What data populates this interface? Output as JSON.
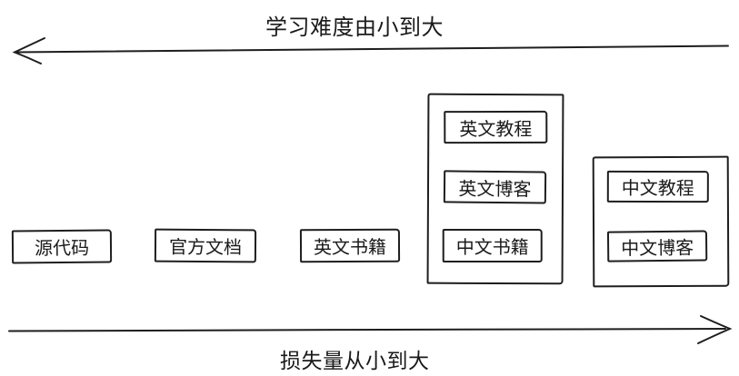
{
  "colors": {
    "stroke": "#1e1e1e",
    "background": "#ffffff",
    "text": "#1a1a1a"
  },
  "axes": {
    "top": {
      "label": "学习难度由小到大",
      "arrow_direction": "left"
    },
    "bottom": {
      "label": "损失量从小到大",
      "arrow_direction": "right"
    }
  },
  "nodes": [
    {
      "label": "源代码"
    },
    {
      "label": "官方文档"
    },
    {
      "label": "英文书籍"
    }
  ],
  "groups": [
    {
      "items": [
        {
          "label": "英文教程"
        },
        {
          "label": "英文博客"
        },
        {
          "label": "中文书籍"
        }
      ]
    },
    {
      "items": [
        {
          "label": "中文教程"
        },
        {
          "label": "中文博客"
        }
      ]
    }
  ]
}
